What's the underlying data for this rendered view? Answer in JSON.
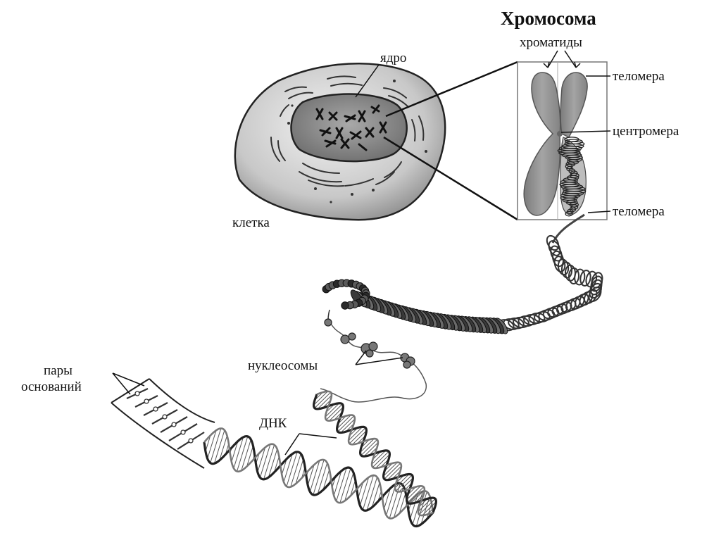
{
  "title": "Хромосома",
  "labels": {
    "chromatids": "хроматиды",
    "telomere_top": "теломера",
    "centromere": "центромера",
    "telomere_bottom": "теломера",
    "nucleus": "ядро",
    "cell": "клетка",
    "nucleosomes": "нуклеосомы",
    "dna": "ДНК",
    "base_pairs_line1": "пары",
    "base_pairs_line2": "оснований"
  }
}
